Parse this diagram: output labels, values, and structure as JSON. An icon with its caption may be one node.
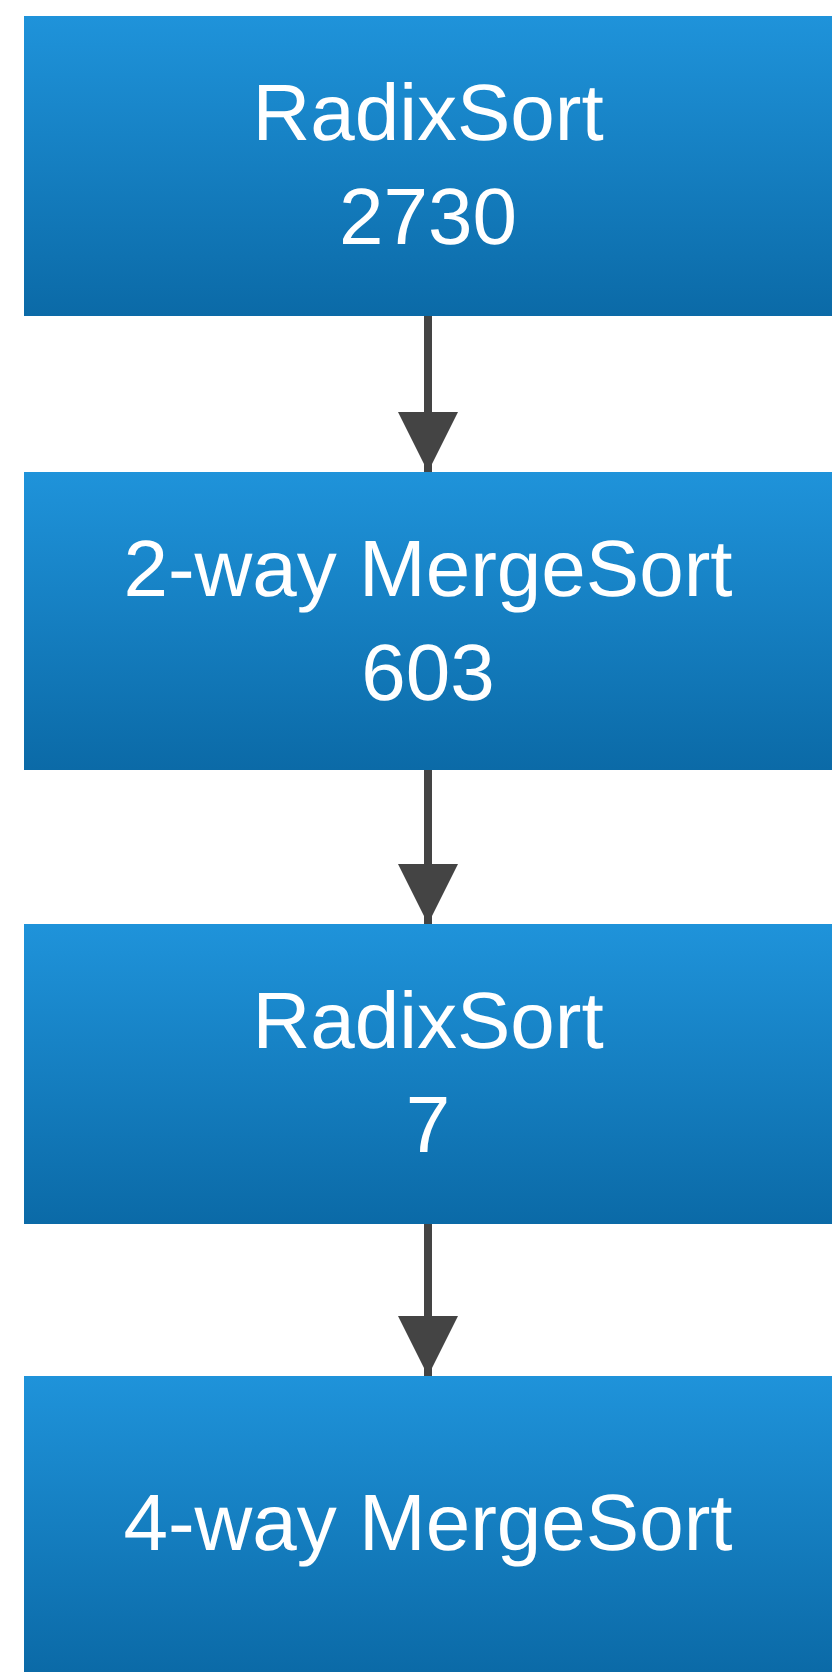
{
  "diagram": {
    "nodes": [
      {
        "text": [
          "RadixSort",
          "2730"
        ]
      },
      {
        "text": [
          "2-way MergeSort",
          "603"
        ]
      },
      {
        "text": [
          "RadixSort",
          "7"
        ]
      },
      {
        "text": [
          "4-way MergeSort"
        ]
      }
    ],
    "edges": [
      {
        "from": 0,
        "to": 1,
        "arrow": "to"
      },
      {
        "from": 1,
        "to": 2,
        "arrow": "to"
      },
      {
        "from": 2,
        "to": 3,
        "arrow": "to"
      }
    ]
  }
}
